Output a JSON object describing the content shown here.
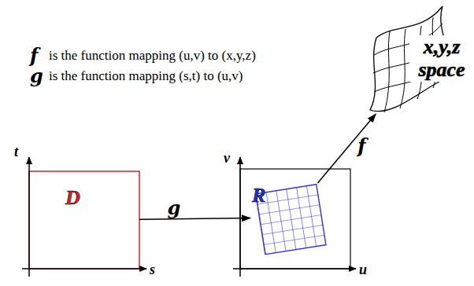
{
  "diagram": {
    "nodes": [
      {
        "text": [
          "D"
        ]
      },
      {
        "text": [
          "R"
        ]
      },
      {
        "text": [
          "x,y,z space"
        ]
      }
    ],
    "edges": [
      {
        "from": 0,
        "to": 1,
        "label": "g",
        "arrow": "to"
      },
      {
        "from": 1,
        "to": 2,
        "label": "f",
        "arrow": "to"
      }
    ],
    "labels": [
      "f",
      "is the function mapping (u,v) to (x,y,z)",
      "g",
      "is the function mapping (s,t) to (u,v)",
      "t",
      "s",
      "v",
      "u"
    ]
  }
}
